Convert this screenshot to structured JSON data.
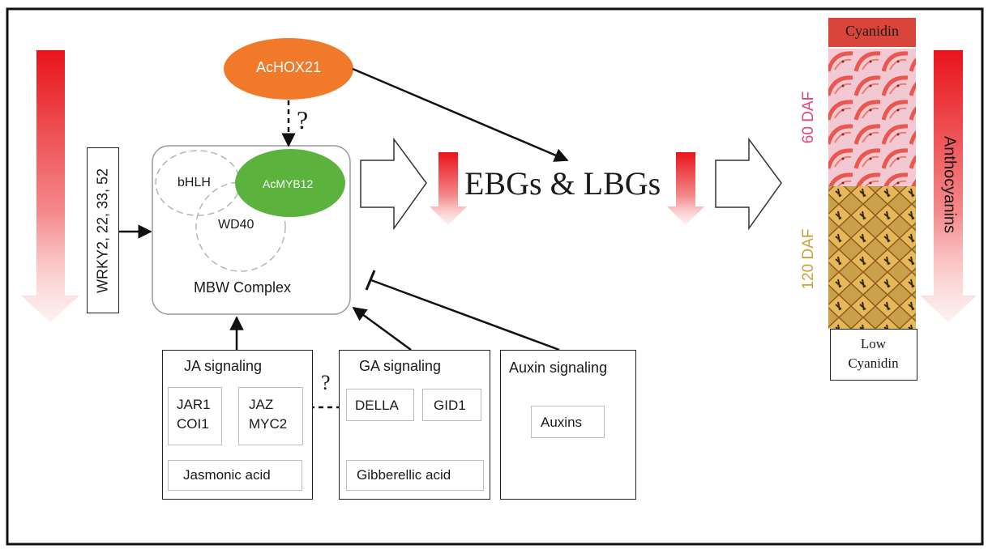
{
  "regulators": {
    "wrky": "WRKY2, 22, 33, 52",
    "achox21": "AcHOX21",
    "question_top": "?",
    "question_mid": "?"
  },
  "mbw": {
    "bhlh": "bHLH",
    "myb": "AcMYB12",
    "wd40": "WD40",
    "complex_label": "MBW Complex"
  },
  "genes": {
    "label": "EBGs & LBGs"
  },
  "signaling": {
    "ja": {
      "title": "JA signaling",
      "jar1": "JAR1",
      "coi1": "COI1",
      "jaz": "JAZ",
      "myc2": "MYC2",
      "acid": "Jasmonic acid"
    },
    "ga": {
      "title": "GA signaling",
      "della": "DELLA",
      "gid1": "GID1",
      "acid": "Gibberellic acid"
    },
    "auxin": {
      "title": "Auxin signaling",
      "auxins": "Auxins"
    }
  },
  "fruit": {
    "top_label": "Cyanidin",
    "stage_60": "60 DAF",
    "stage_120": "120 DAF",
    "bottom_line1": "Low",
    "bottom_line2": "Cyanidin",
    "output": "Anthocyanins"
  },
  "colors": {
    "achox21": "#f07a2a",
    "acmyb12": "#5bb23d",
    "arrow_red": "#e8141b",
    "cyanidin_header": "#d9453a",
    "label_60daf": "#e0457c",
    "label_120daf": "#c9a23a"
  }
}
